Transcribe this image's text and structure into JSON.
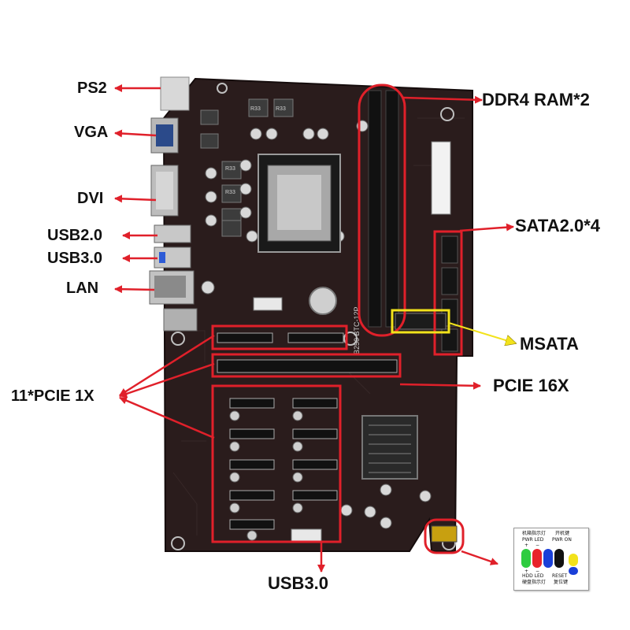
{
  "labels": {
    "ps2": "PS2",
    "vga": "VGA",
    "dvi": "DVI",
    "usb2": "USB2.0",
    "usb3_rear": "USB3.0",
    "lan": "LAN",
    "pcie1x": "11*PCIE 1X",
    "ddr4": "DDR4 RAM*2",
    "sata": "SATA2.0*4",
    "msata": "MSATA",
    "pcie16x": "PCIE 16X",
    "usb3_front": "USB3.0"
  },
  "board": {
    "model": "B250 BTC-12P",
    "vrm_marks": [
      "R33",
      "R33",
      "R33",
      "R33"
    ]
  },
  "panel_card": {
    "top": [
      "机箱指示灯",
      "PWR LED",
      "开机键",
      "PWR ON"
    ],
    "top_signs": [
      "+",
      "−"
    ],
    "bottom_signs": [
      "+",
      "−"
    ],
    "bottom": [
      "HDD LED",
      "硬盘指示灯",
      "RESET",
      "复位键"
    ],
    "pin_colors": [
      "#2ecc40",
      "#e8232a",
      "#1a3fd8",
      "#111111",
      "#f2e21b"
    ]
  },
  "colors": {
    "annotation": "#e0202a",
    "msata_box": "#f2e21b",
    "board": "#2a1c1c"
  }
}
